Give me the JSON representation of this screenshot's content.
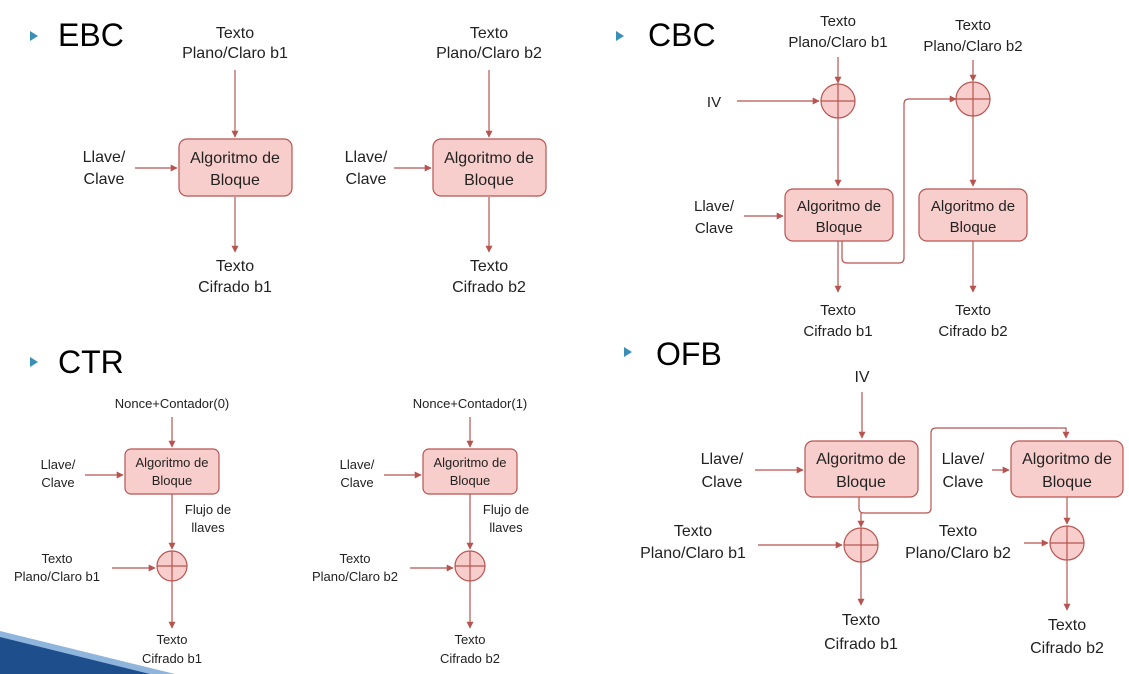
{
  "colors": {
    "block_fill": "#f8cecc",
    "block_stroke": "#b85450",
    "arrow": "#b85450",
    "bullet": "#3a8fb7",
    "corner_stripe_dark": "#1f4e8c",
    "corner_stripe_light": "#8fb5dc"
  },
  "headings": {
    "ebc": "EBC",
    "cbc": "CBC",
    "ctr": "CTR",
    "ofb": "OFB"
  },
  "ebc": {
    "b1": {
      "plain": [
        "Texto",
        "Plano/Claro b1"
      ],
      "key": [
        "Llave/",
        "Clave"
      ],
      "block": [
        "Algoritmo de",
        "Bloque"
      ],
      "cipher": [
        "Texto",
        "Cifrado b1"
      ]
    },
    "b2": {
      "plain": [
        "Texto",
        "Plano/Claro b2"
      ],
      "key": [
        "Llave/",
        "Clave"
      ],
      "block": [
        "Algoritmo de",
        "Bloque"
      ],
      "cipher": [
        "Texto",
        "Cifrado b2"
      ]
    }
  },
  "cbc": {
    "iv": "IV",
    "key": [
      "Llave/",
      "Clave"
    ],
    "b1": {
      "plain": [
        "Texto",
        "Plano/Claro b1"
      ],
      "block": [
        "Algoritmo de",
        "Bloque"
      ],
      "cipher": [
        "Texto",
        "Cifrado b1"
      ]
    },
    "b2": {
      "plain": [
        "Texto",
        "Plano/Claro b2"
      ],
      "block": [
        "Algoritmo de",
        "Bloque"
      ],
      "cipher": [
        "Texto",
        "Cifrado b2"
      ]
    }
  },
  "ctr": {
    "b1": {
      "nonce": "Nonce+Contador(0)",
      "key": [
        "Llave/",
        "Clave"
      ],
      "block": [
        "Algoritmo de",
        "Bloque"
      ],
      "stream": [
        "Flujo de",
        "llaves"
      ],
      "plain": [
        "Texto",
        "Plano/Claro b1"
      ],
      "cipher": [
        "Texto",
        "Cifrado b1"
      ]
    },
    "b2": {
      "nonce": "Nonce+Contador(1)",
      "key": [
        "Llave/",
        "Clave"
      ],
      "block": [
        "Algoritmo de",
        "Bloque"
      ],
      "stream": [
        "Flujo de",
        "llaves"
      ],
      "plain": [
        "Texto",
        "Plano/Claro b2"
      ],
      "cipher": [
        "Texto",
        "Cifrado b2"
      ]
    }
  },
  "ofb": {
    "iv": "IV",
    "b1": {
      "key": [
        "Llave/",
        "Clave"
      ],
      "block": [
        "Algoritmo de",
        "Bloque"
      ],
      "plain": [
        "Texto",
        "Plano/Claro b1"
      ],
      "cipher": [
        "Texto",
        "Cifrado b1"
      ]
    },
    "b2": {
      "key": [
        "Llave/",
        "Clave"
      ],
      "block": [
        "Algoritmo de",
        "Bloque"
      ],
      "plain": [
        "Texto",
        "Plano/Claro b2"
      ],
      "cipher": [
        "Texto",
        "Cifrado b2"
      ]
    }
  }
}
